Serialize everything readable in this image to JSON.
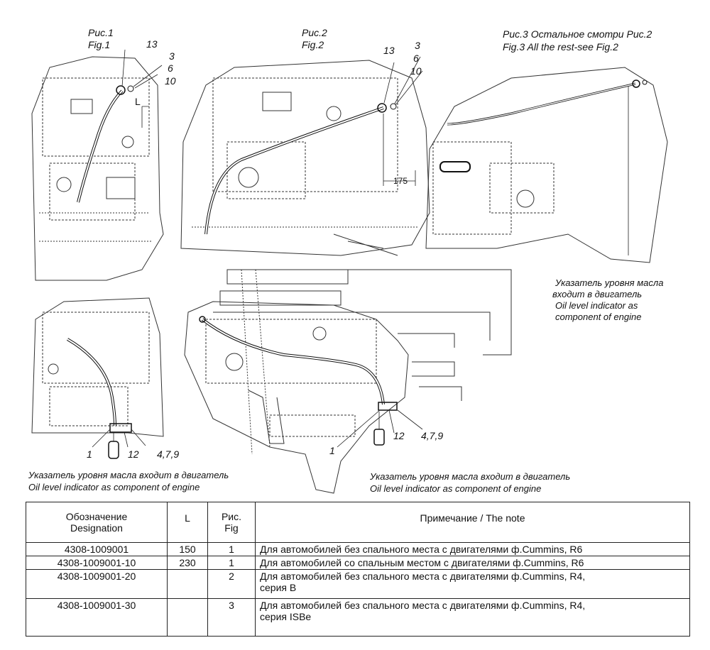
{
  "figures": {
    "fig1": {
      "title_ru": "Рис.1",
      "title_en": "Fig.1",
      "callouts": [
        "13",
        "3",
        "6",
        "10",
        "L"
      ]
    },
    "fig2": {
      "title_ru": "Рис.2",
      "title_en": "Fig.2",
      "callouts": [
        "13",
        "3",
        "6",
        "10"
      ],
      "dimension": "175"
    },
    "fig3": {
      "title_ru": "Рис.3  Остальное смотри Рис.2",
      "title_en": "Fig.3   All the rest-see Fig.2",
      "note_ru_1": "Указатель уровня масла",
      "note_ru_2": "входит в двигатель",
      "note_en_1": "Oil level indicator as",
      "note_en_2": " component of engine"
    },
    "detail_left": {
      "callouts": [
        "1",
        "12",
        "4,7,9"
      ],
      "note_ru": "Указатель уровня масла  входит в двигатель",
      "note_en": "Oil level indicator as  component of engine"
    },
    "detail_right": {
      "callouts": [
        "1",
        "12",
        "4,7,9"
      ],
      "note_ru": "Указатель уровня масла входит в двигатель",
      "note_en": "Oil level indicator as  component of engine"
    }
  },
  "table": {
    "headers": {
      "designation_ru": "Обозначение",
      "designation_en": "Designation",
      "length": "L",
      "fig_ru": "Рис.",
      "fig_en": "Fig",
      "note": "Примечание / The note"
    },
    "rows": [
      {
        "designation": "4308-1009001",
        "length": "150",
        "fig": "1",
        "note_1": "Для автомобилей без спального места с двигателями ф.Cummins, R6",
        "note_2": ""
      },
      {
        "designation": "4308-1009001-10",
        "length": "230",
        "fig": "1",
        "note_1": "Для автомобилей со спальным местом с двигателями ф.Cummins, R6",
        "note_2": ""
      },
      {
        "designation": "4308-1009001-20",
        "length": "",
        "fig": "2",
        "note_1": "Для автомобилей без спального места с двигателями ф.Cummins, R4,",
        "note_2": "серия B"
      },
      {
        "designation": "4308-1009001-30",
        "length": "",
        "fig": "3",
        "note_1": "Для автомобилей без спального места с двигателями ф.Cummins, R4,",
        "note_2": "серия ISBe"
      }
    ]
  }
}
